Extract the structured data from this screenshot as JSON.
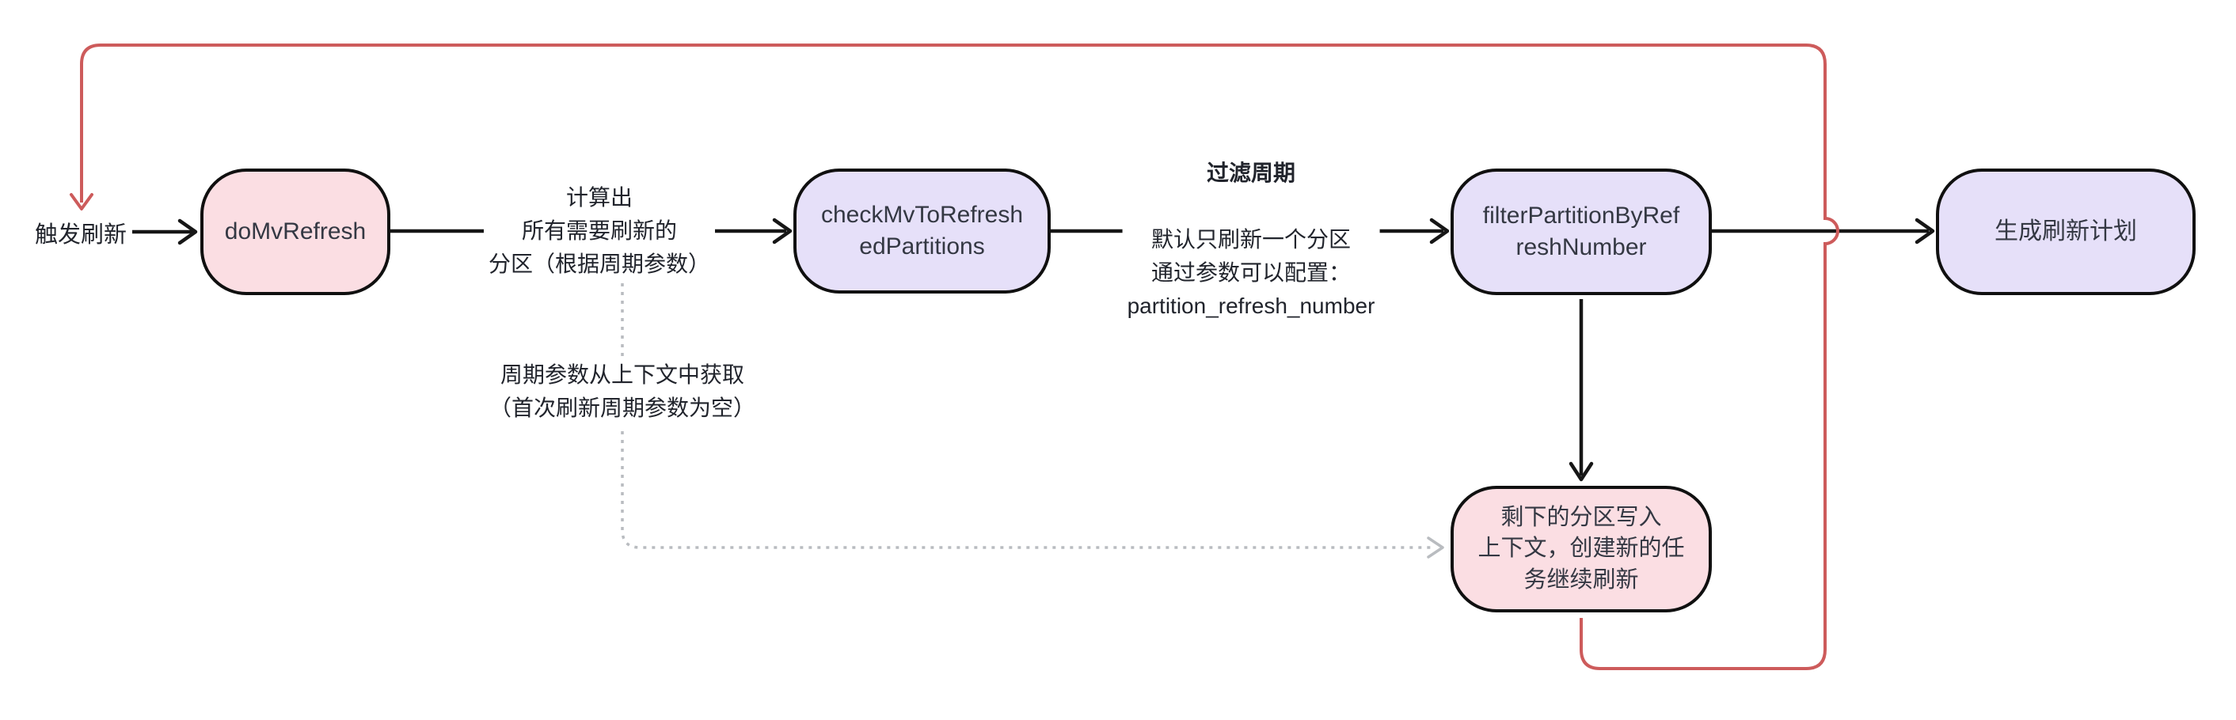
{
  "diagram": {
    "type": "flowchart",
    "direction": "left-to-right"
  },
  "colors": {
    "node_border": "#101010",
    "pink_fill": "#fbdee3",
    "purple_fill": "#e6e0f9",
    "red_line": "#cd5b5b",
    "gray_dotted": "#b9bcc0",
    "arrow": "#161616",
    "node_text": "#343843",
    "label_text": "#21242c"
  },
  "labels": {
    "trigger": "触发刷新",
    "calc": "计算出\n所有需要刷新的\n分区（根据周期参数）",
    "filter_title": "过滤周期",
    "filter_body": "默认只刷新一个分区\n通过参数可以配置：\npartition_refresh_number",
    "context": "周期参数从上下文中获取\n（首次刷新周期参数为空）"
  },
  "nodes": {
    "do_mv_refresh": "doMvRefresh",
    "check_mv": "checkMvToRefresh\nedPartitions",
    "filter_partition": "filterPartitionByRef\nreshNumber",
    "generate_plan": "生成刷新计划",
    "remaining": "剩下的分区写入\n上下文，创建新的任\n务继续刷新"
  }
}
